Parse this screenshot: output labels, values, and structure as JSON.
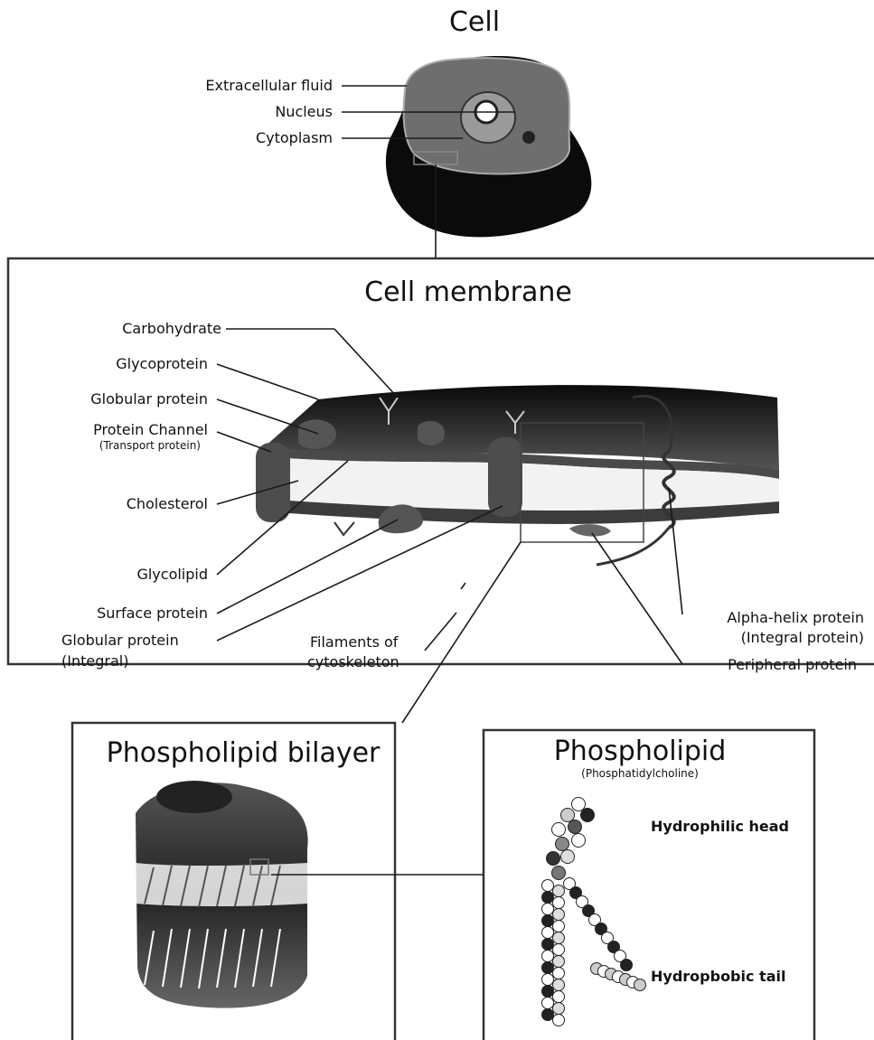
{
  "cell": {
    "title": "Cell",
    "labels": {
      "extracellular_fluid": "Extracellular fluid",
      "nucleus": "Nucleus",
      "cytoplasm": "Cytoplasm"
    }
  },
  "membrane": {
    "title": "Cell membrane",
    "labels": {
      "carbohydrate": "Carbohydrate",
      "glycoprotein": "Glycoprotein",
      "globular_protein": "Globular protein",
      "protein_channel": "Protein Channel",
      "transport_protein": "(Transport protein)",
      "cholesterol": "Cholesterol",
      "glycolipid": "Glycolipid",
      "surface_protein": "Surface protein",
      "globular_protein_integral_1": "Globular protein",
      "globular_protein_integral_2": "(Integral)",
      "filaments_1": "Filaments of",
      "filaments_2": "cytoskeleton",
      "alpha_helix_1": "Alpha-helix protein",
      "alpha_helix_2": "(Integral protein)",
      "peripheral_protein": "Peripheral protein"
    }
  },
  "bilayer": {
    "title": "Phospholipid bilayer"
  },
  "phospholipid": {
    "title": "Phospholipid",
    "subtitle": "(Phosphatidylcholine)",
    "labels": {
      "hydrophilic_head": "Hydrophilic head",
      "hydrophobic_tail": "Hydropbobic tail"
    }
  }
}
